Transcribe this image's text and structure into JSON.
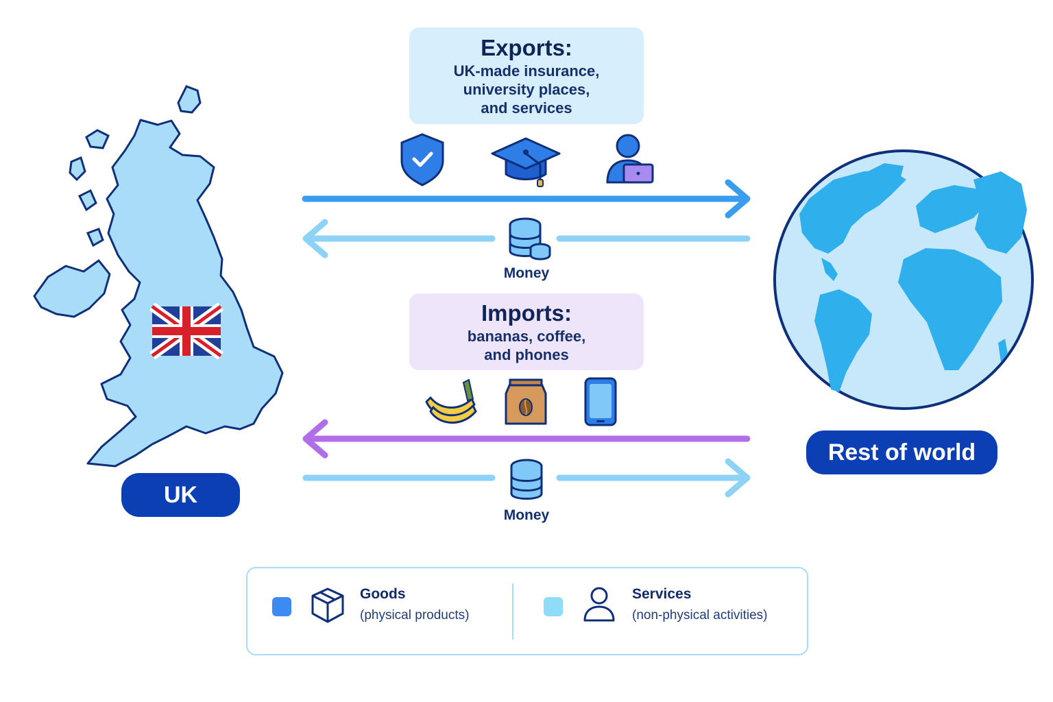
{
  "exports": {
    "title": "Exports:",
    "text": "UK-made insurance,\nuniversity places,\nand services",
    "icons": [
      "shield-check-icon",
      "graduation-cap-icon",
      "person-laptop-icon"
    ]
  },
  "imports": {
    "title": "Imports:",
    "text": "bananas, coffee,\nand phones",
    "icons": [
      "bananas-icon",
      "coffee-bag-icon",
      "phone-icon"
    ]
  },
  "money_top": {
    "label": "Money",
    "icon": "coin-stack-icon"
  },
  "money_bottom": {
    "label": "Money",
    "icon": "coin-stack-icon"
  },
  "uk": {
    "label": "UK",
    "icons": [
      "uk-map-icon",
      "union-flag-icon"
    ]
  },
  "world": {
    "label": "Rest of world",
    "icon": "globe-icon"
  },
  "legend": {
    "goods": {
      "title": "Goods",
      "subtitle": "(physical products)",
      "color": "#3d8bf2",
      "icon": "box-icon"
    },
    "services": {
      "title": "Services",
      "subtitle": "(non-physical activities)",
      "color": "#8fdcf9",
      "icon": "person-icon"
    }
  },
  "colors": {
    "export_arrow": "#3a9cf0",
    "money_arrow": "#8fd2f7",
    "import_arrow": "#b26ee8",
    "pill": "#0b3fb3",
    "map_fill": "#a9dcf8",
    "outline": "#0e2f7a"
  }
}
